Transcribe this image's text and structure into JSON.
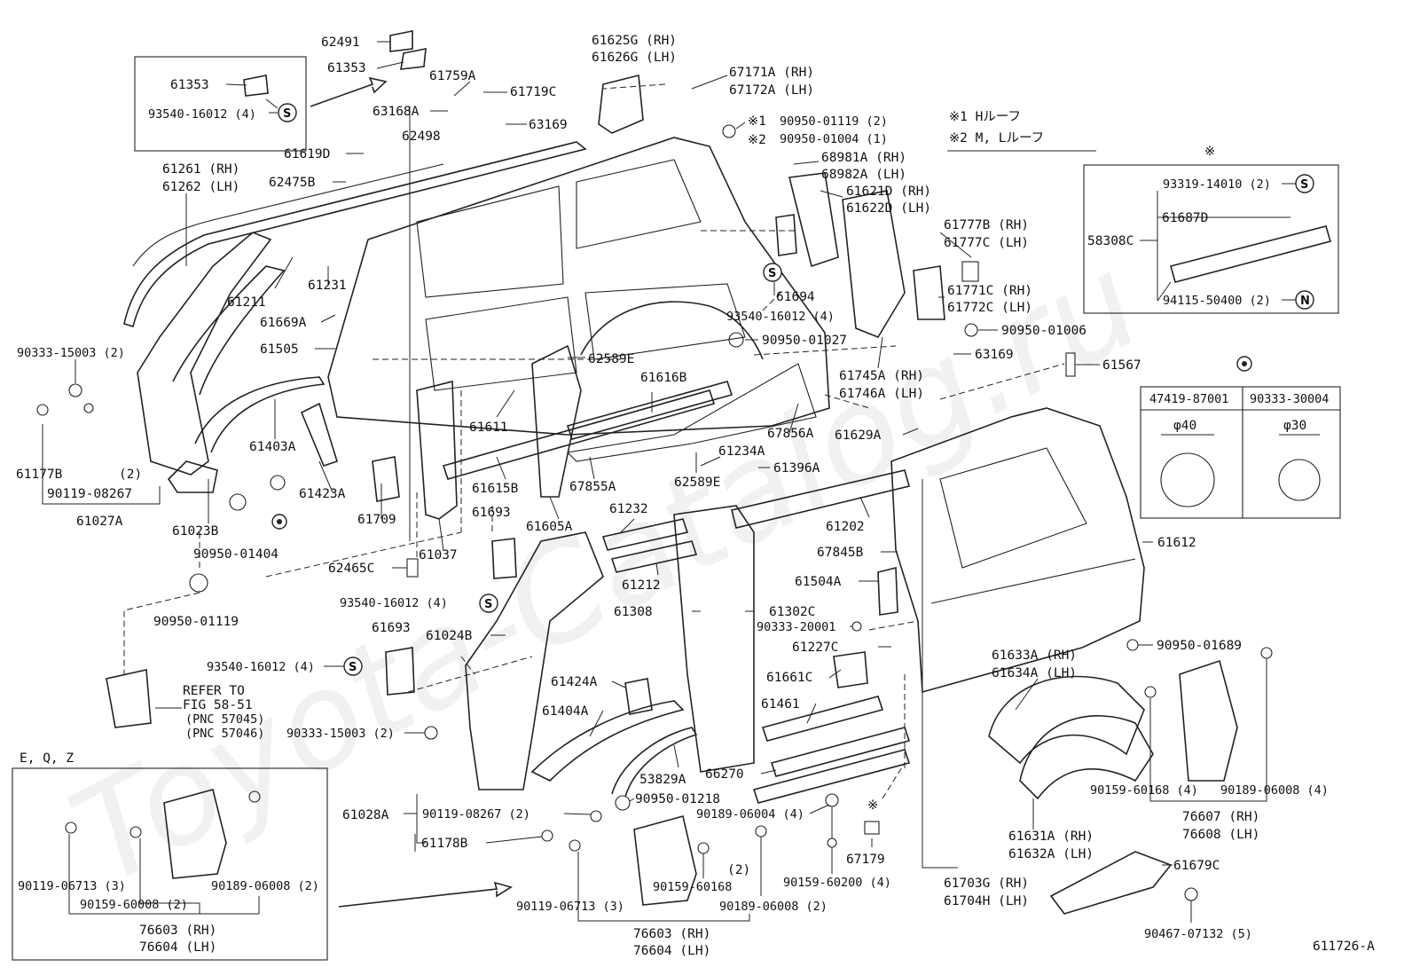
{
  "watermark": "Toyota-Catalog.ru",
  "figure_id": "611726-A",
  "legend": {
    "note1": "※1  Hルーフ",
    "note2": "※2  M, Lルーフ",
    "mark": "※"
  },
  "hole_plug_table": {
    "col1_part": "47419-87001",
    "col1_size": "φ40",
    "col2_part": "90333-30004",
    "col2_size": "φ30"
  },
  "eqz_box": {
    "title": "E, Q, Z"
  },
  "refer": {
    "line1": "REFER TO",
    "line2": "FIG 58-51",
    "line3": "(PNC 57045)",
    "line4": "(PNC 57046)"
  },
  "symbols": {
    "s": "S",
    "n": "N"
  },
  "labels": [
    "62491",
    "61353",
    "61353",
    "93540-16012 (4)",
    "61759A",
    "61719C",
    "63168A",
    "63169",
    "62498",
    "61619D",
    "62475B",
    "61261 (RH)",
    "61262 (LH)",
    "61211",
    "61231",
    "61669A",
    "61505",
    "90333-15003 (2)",
    "61177B",
    "(2)",
    "90119-08267",
    "61027A",
    "61403A",
    "61423A",
    "61023B",
    "90950-01404",
    "61709",
    "62465C",
    "90950-01119",
    "61625G (RH)",
    "61626G (LH)",
    "67171A (RH)",
    "67172A (LH)",
    "※1",
    "90950-01119 (2)",
    "※2",
    "90950-01004 (1)",
    "68981A (RH)",
    "68982A (LH)",
    "61621D (RH)",
    "61622D (LH)",
    "61694",
    "93540-16012 (4)",
    "90950-01027",
    "61777B (RH)",
    "61777C (LH)",
    "61771C (RH)",
    "61772C (LH)",
    "90950-01006",
    "63169",
    "61567",
    "61745A (RH)",
    "61746A (LH)",
    "62589E",
    "61616B",
    "61611",
    "61615B",
    "67856A",
    "61629A",
    "61234A",
    "61396A",
    "67855A",
    "62589E",
    "61605A",
    "61693",
    "61037",
    "61232",
    "61202",
    "61612",
    "67845B",
    "61504A",
    "93540-16012 (4)",
    "61212",
    "61308",
    "61302C",
    "90333-20001",
    "61227C",
    "90950-01689",
    "61693",
    "61024B",
    "93540-16012 (4)",
    "61424A",
    "61661C",
    "61633A (RH)",
    "61634A (LH)",
    "61404A",
    "61461",
    "90333-15003 (2)",
    "53829A",
    "66270",
    "61028A",
    "90119-08267 (2)",
    "90950-01218",
    "90189-06004 (4)",
    "61178B",
    "90159-60168",
    "(2)",
    "90159-60200 (4)",
    "67179",
    "90189-06008 (2)",
    "90119-06713 (3)",
    "76603 (RH)",
    "76604 (LH)",
    "90119-06713 (3)",
    "90159-60008 (2)",
    "90189-06008 (2)",
    "76603 (RH)",
    "76604 (LH)",
    "61631A (RH)",
    "61632A (LH)",
    "90159-60168 (4)",
    "90189-06008 (4)",
    "76607 (RH)",
    "76608 (LH)",
    "61703G (RH)",
    "61704H (LH)",
    "61679C",
    "90467-07132 (5)",
    "93319-14010 (2)",
    "61687D",
    "58308C",
    "94115-50400 (2)"
  ]
}
